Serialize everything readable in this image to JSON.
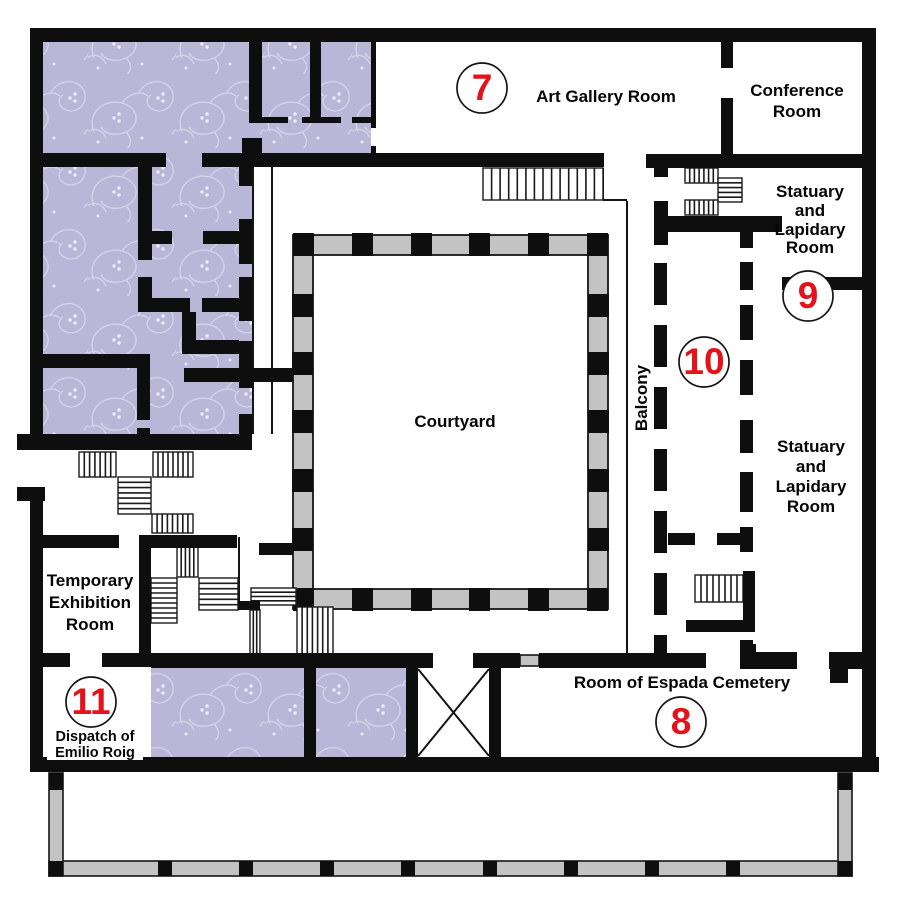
{
  "colors": {
    "wall": "#0e0e0e",
    "purple": "#b9b6d8",
    "pattern": "#d5d3e8",
    "gray": "#c3c3c3",
    "red": "#e2131b",
    "paper": "#ffffff"
  },
  "rooms": {
    "art_gallery": {
      "label": "Art Gallery Room",
      "number": "7"
    },
    "conference": {
      "lines": [
        "Conference",
        "Room"
      ]
    },
    "statuary_upper": {
      "lines": [
        "Statuary",
        "and",
        "Lapidary",
        "Room"
      ],
      "number": "9"
    },
    "statuary_lower": {
      "lines": [
        "Statuary",
        "and",
        "Lapidary",
        "Room"
      ]
    },
    "balcony": {
      "label": "Balcony"
    },
    "corridor": {
      "number": "10"
    },
    "courtyard": {
      "label": "Courtyard"
    },
    "temporary_exhibition": {
      "lines": [
        "Temporary",
        "Exhibition",
        "Room"
      ]
    },
    "dispatch": {
      "lines": [
        "Dispatch of",
        "Emilio Roig"
      ],
      "number": "11"
    },
    "espada": {
      "label": "Room of Espada Cemetery",
      "number": "8"
    }
  }
}
